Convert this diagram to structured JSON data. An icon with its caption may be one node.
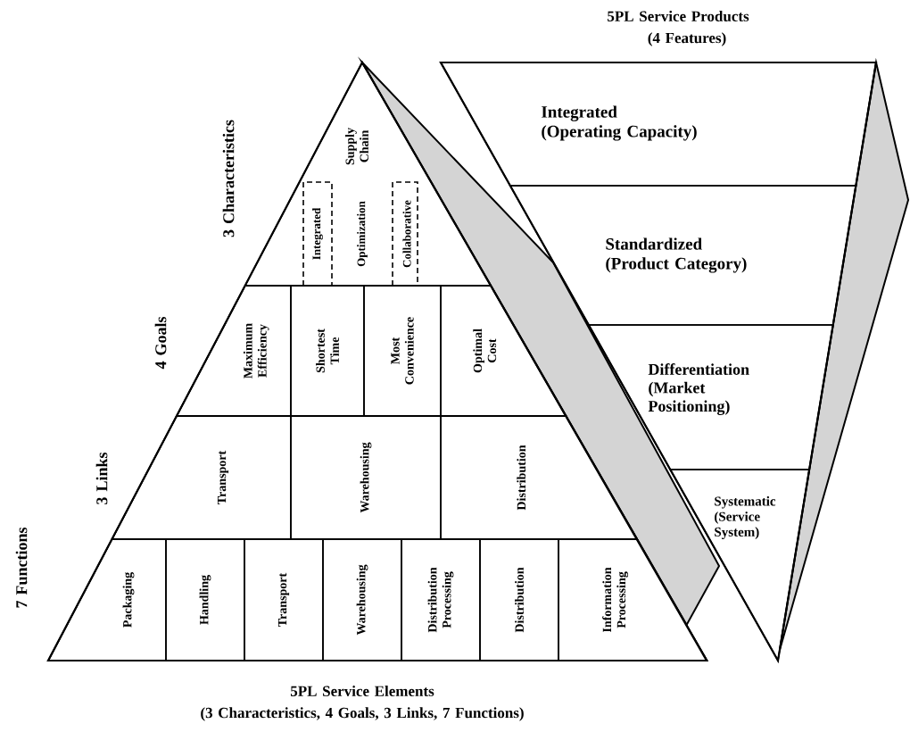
{
  "diagram": {
    "nodes": [
      {
        "text": [
          "5PL Service Elements",
          "(3 Characteristics, 4 Goals, 3 Links, 7 Functions)"
        ]
      },
      {
        "text": [
          "3 Characteristics",
          "Supply Chain"
        ],
        "in": 0
      },
      {
        "text": [
          "Integrated"
        ],
        "in": 1
      },
      {
        "text": [
          "Optimization"
        ],
        "in": 1
      },
      {
        "text": [
          "Collaborative"
        ],
        "in": 1
      },
      {
        "text": [
          "4 Goals"
        ],
        "in": 0
      },
      {
        "text": [
          "Maximum Efficiency"
        ],
        "in": 5
      },
      {
        "text": [
          "Shortest Time"
        ],
        "in": 5
      },
      {
        "text": [
          "Most Convenience"
        ],
        "in": 5
      },
      {
        "text": [
          "Optimal Cost"
        ],
        "in": 5
      },
      {
        "text": [
          "3 Links"
        ],
        "in": 0
      },
      {
        "text": [
          "Transport"
        ],
        "in": 10
      },
      {
        "text": [
          "Warehousing"
        ],
        "in": 10
      },
      {
        "text": [
          "Distribution"
        ],
        "in": 10
      },
      {
        "text": [
          "7 Functions"
        ],
        "in": 0
      },
      {
        "text": [
          "Packaging"
        ],
        "in": 14
      },
      {
        "text": [
          "Handling"
        ],
        "in": 14
      },
      {
        "text": [
          "Transport"
        ],
        "in": 14
      },
      {
        "text": [
          "Warehousing"
        ],
        "in": 14
      },
      {
        "text": [
          "Distribution Processing"
        ],
        "in": 14
      },
      {
        "text": [
          "Distribution"
        ],
        "in": 14
      },
      {
        "text": [
          "Information Processing"
        ],
        "in": 14
      },
      {
        "text": [
          "5PL Service Products",
          "(4 Features)"
        ]
      },
      {
        "text": [
          "Integrated (Operating Capacity)"
        ],
        "in": 22
      },
      {
        "text": [
          "Standardized (Product Category)"
        ],
        "in": 22
      },
      {
        "text": [
          "Differentiation (Market Positioning)"
        ],
        "in": 22
      },
      {
        "text": [
          "Systematic (Service System)"
        ],
        "in": 22
      }
    ]
  }
}
